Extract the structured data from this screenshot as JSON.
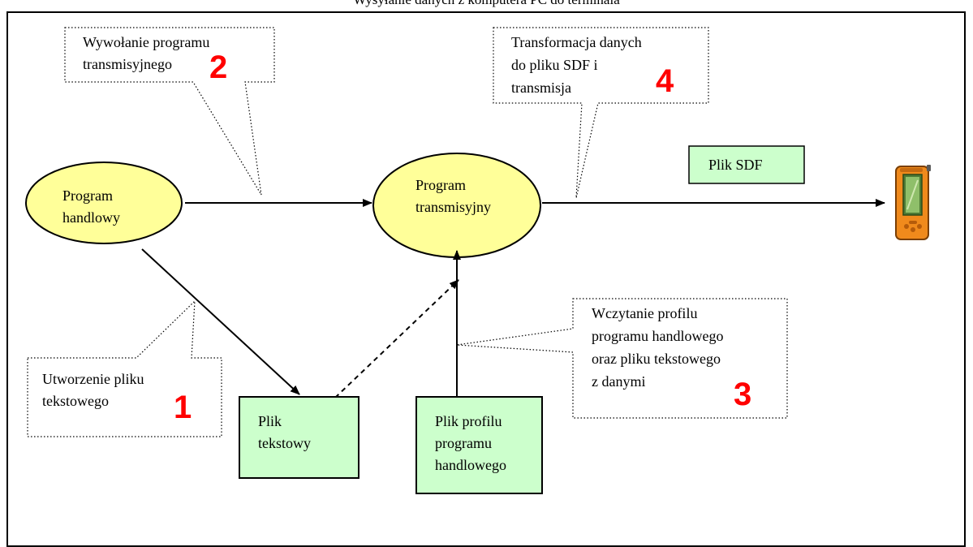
{
  "title": "Wysyłanie danych z komputera PC do terminala",
  "nodes": {
    "program_handlowy": [
      "Program",
      "handlowy"
    ],
    "program_transmisyjny": [
      "Program",
      "transmisyjny"
    ],
    "plik_tekstowy": [
      "Plik",
      "tekstowy"
    ],
    "plik_profilu": [
      "Plik profilu",
      "programu",
      "handlowego"
    ],
    "plik_sdf": "Plik SDF"
  },
  "callouts": {
    "c1": {
      "lines": [
        "Utworzenie pliku",
        "tekstowego"
      ],
      "number": "1"
    },
    "c2": {
      "lines": [
        "Wywołanie programu",
        "transmisyjnego"
      ],
      "number": "2"
    },
    "c3": {
      "lines": [
        "Wczytanie profilu",
        "programu handlowego",
        "oraz pliku tekstowego",
        "z danymi"
      ],
      "number": "3"
    },
    "c4": {
      "lines": [
        "Transformacja danych",
        "do pliku SDF i",
        "transmisja"
      ],
      "number": "4"
    }
  },
  "colors": {
    "ellipse_fill": "#ffff99",
    "box_fill": "#ccffcc",
    "number_color": "#ff0000"
  },
  "icons": {
    "terminal": "pda-terminal-icon"
  }
}
